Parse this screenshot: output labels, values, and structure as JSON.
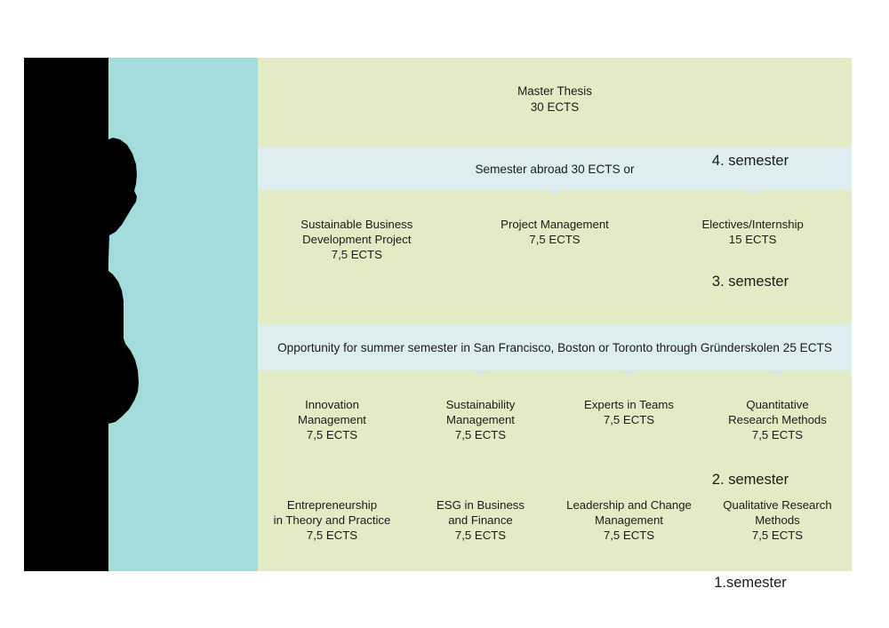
{
  "colors": {
    "green": "#e2ebc4",
    "teal": "#a4dcdc",
    "light_blue": "#ddeef0",
    "silhouette": "#000000",
    "text": "#1b1b1b"
  },
  "semester_labels": [
    {
      "id": "s4",
      "label": "4. semester"
    },
    {
      "id": "s3",
      "label": "3. semester"
    },
    {
      "id": "s2",
      "label": "2. semester"
    },
    {
      "id": "s1",
      "label": "1.semester"
    }
  ],
  "rows": {
    "thesis": {
      "name": "Master Thesis",
      "ects": "30 ECTS"
    },
    "semester_abroad": {
      "text": "Semester abroad 30 ECTS or"
    },
    "semester3": {
      "courses": [
        {
          "line1": "Sustainable Business",
          "line2": "Development Project",
          "ects": "7,5 ECTS"
        },
        {
          "line1": "Project Management",
          "line2": "",
          "ects": "7,5 ECTS"
        },
        {
          "line1": "Electives/Internship",
          "line2": "",
          "ects": "15 ECTS"
        }
      ]
    },
    "opportunity": {
      "text": "Opportunity for summer semester in San Francisco, Boston or Toronto through Gründerskolen 25 ECTS"
    },
    "semester2": {
      "courses": [
        {
          "line1": "Innovation",
          "line2": "Management",
          "ects": "7,5 ECTS"
        },
        {
          "line1": "Sustainability",
          "line2": "Management",
          "ects": "7,5 ECTS"
        },
        {
          "line1": "Experts in Teams",
          "line2": "",
          "ects": "7,5 ECTS"
        },
        {
          "line1": "Quantitative",
          "line2": "Research Methods",
          "ects": "7,5 ECTS"
        }
      ]
    },
    "semester1": {
      "courses": [
        {
          "line1": "Entrepreneurship",
          "line2": "in Theory and Practice",
          "ects": "7,5 ECTS"
        },
        {
          "line1": "ESG in Business",
          "line2": "and Finance",
          "ects": "7,5 ECTS"
        },
        {
          "line1": "Leadership and Change",
          "line2": "Management",
          "ects": "7,5 ECTS"
        },
        {
          "line1": "Qualitative Research",
          "line2": "Methods",
          "ects": "7,5 ECTS"
        }
      ]
    }
  }
}
